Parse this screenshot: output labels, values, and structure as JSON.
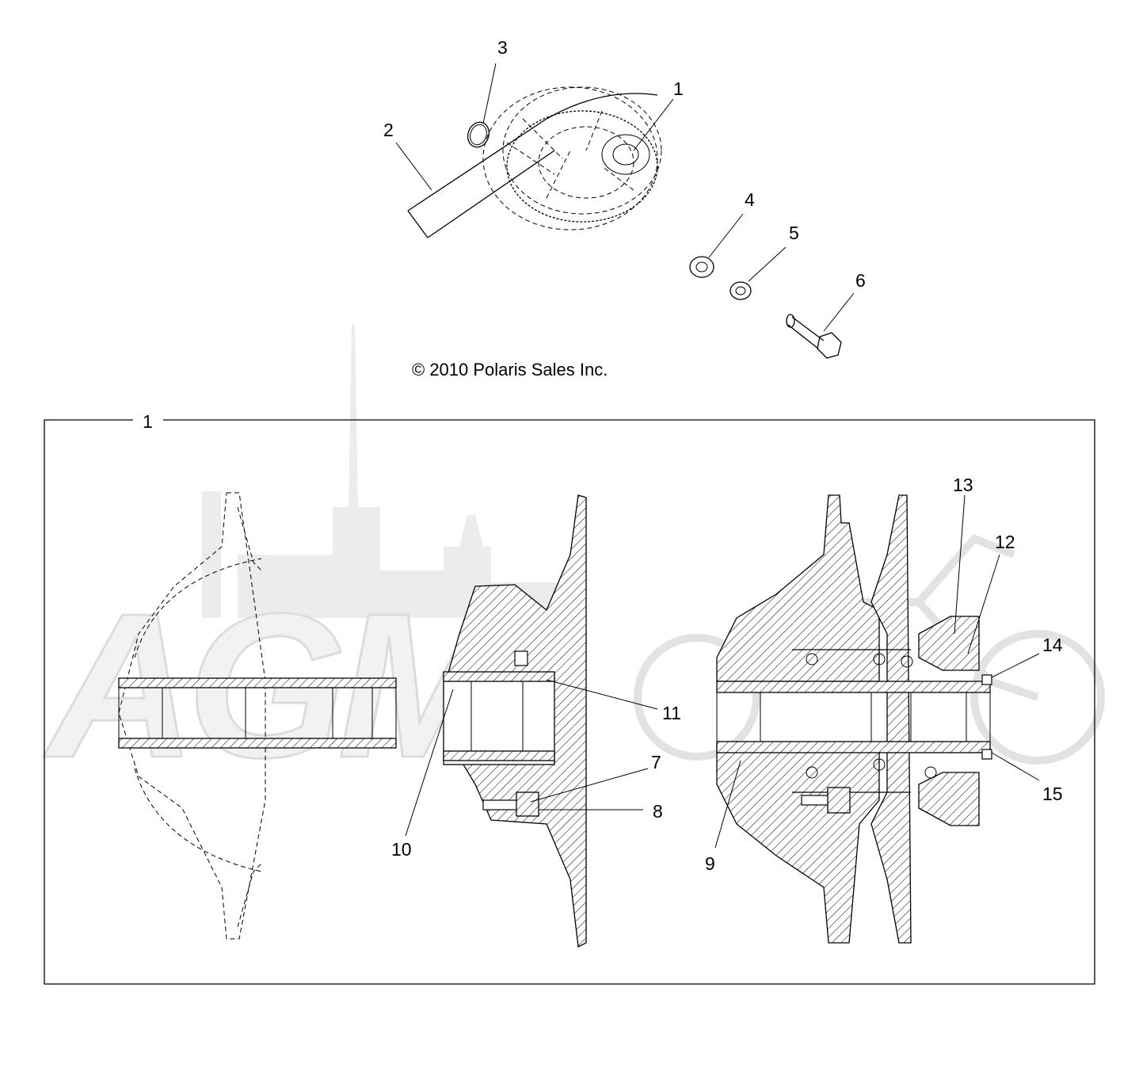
{
  "copyright": "© 2010 Polaris Sales Inc.",
  "watermark": "AGM",
  "callouts": {
    "top": [
      {
        "id": "c1",
        "text": "1"
      },
      {
        "id": "c2",
        "text": "2"
      },
      {
        "id": "c3",
        "text": "3"
      },
      {
        "id": "c4",
        "text": "4"
      },
      {
        "id": "c5",
        "text": "5"
      },
      {
        "id": "c6",
        "text": "6"
      }
    ],
    "assembly_label": "1",
    "bottom": [
      {
        "id": "c7",
        "text": "7"
      },
      {
        "id": "c8",
        "text": "8"
      },
      {
        "id": "c9",
        "text": "9"
      },
      {
        "id": "c10",
        "text": "10"
      },
      {
        "id": "c11",
        "text": "11"
      },
      {
        "id": "c12",
        "text": "12"
      },
      {
        "id": "c13",
        "text": "13"
      },
      {
        "id": "c14",
        "text": "14"
      },
      {
        "id": "c15",
        "text": "15"
      }
    ]
  },
  "colors": {
    "line": "#000000",
    "watermark": "#ececec",
    "background": "#ffffff"
  }
}
